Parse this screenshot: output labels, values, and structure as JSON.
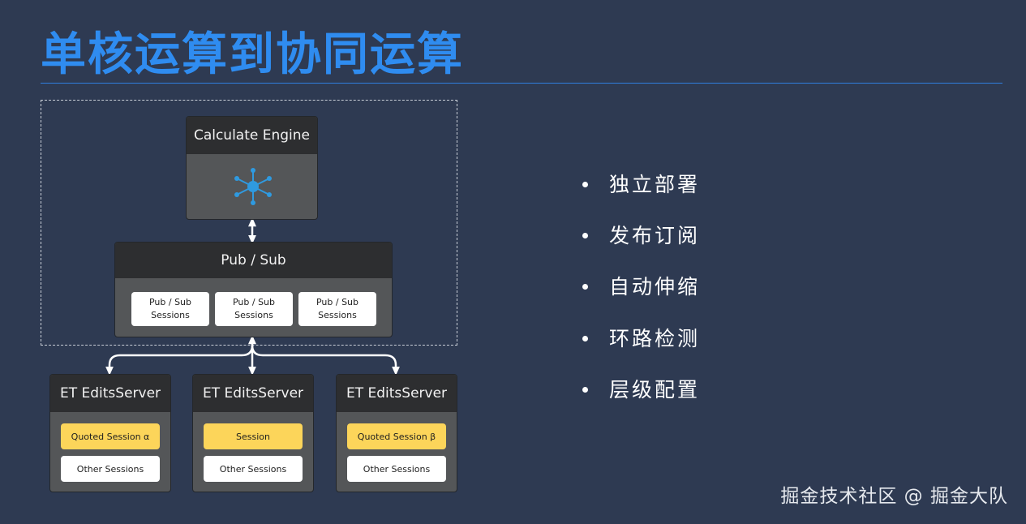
{
  "title": "单核运算到协同运算",
  "engine": {
    "label": "Calculate Engine"
  },
  "pubsub": {
    "label": "Pub / Sub",
    "sessions": [
      "Pub / Sub\nSessions",
      "Pub / Sub\nSessions",
      "Pub / Sub\nSessions"
    ]
  },
  "edits_servers": [
    {
      "label": "ET EditsServer",
      "session": "Quoted Session α",
      "other": "Other Sessions"
    },
    {
      "label": "ET EditsServer",
      "session": "Session",
      "other": "Other Sessions"
    },
    {
      "label": "ET EditsServer",
      "session": "Quoted Session β",
      "other": "Other Sessions"
    }
  ],
  "features": [
    "独立部署",
    "发布订阅",
    "自动伸缩",
    "环路检测",
    "层级配置"
  ],
  "watermark": "掘金技术社区 @ 掘金大队",
  "colors": {
    "background": "#2e3a52",
    "title": "#2f8cf0",
    "box_header": "#2d2e30",
    "box_body": "#545658",
    "highlight_session": "#fcd55a",
    "engine_icon": "#2f9ae0"
  },
  "icons": {
    "engine": "network-hub-icon"
  }
}
